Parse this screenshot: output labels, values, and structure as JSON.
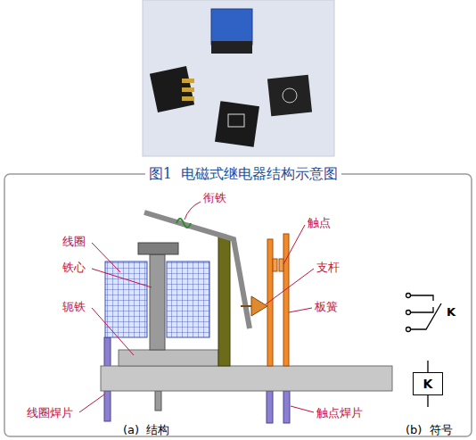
{
  "diagram": {
    "title": "图1  电磁式继电器结构示意图",
    "nodes": [
      {
        "text": [
          "K"
        ]
      }
    ],
    "labels": [
      "衔铁",
      "触点",
      "线圈",
      "铁心",
      "支杆",
      "板簧",
      "轭铁",
      "K",
      "线圈焊片",
      "触点焊片",
      "(a)  结构",
      "(b)  符号"
    ]
  }
}
